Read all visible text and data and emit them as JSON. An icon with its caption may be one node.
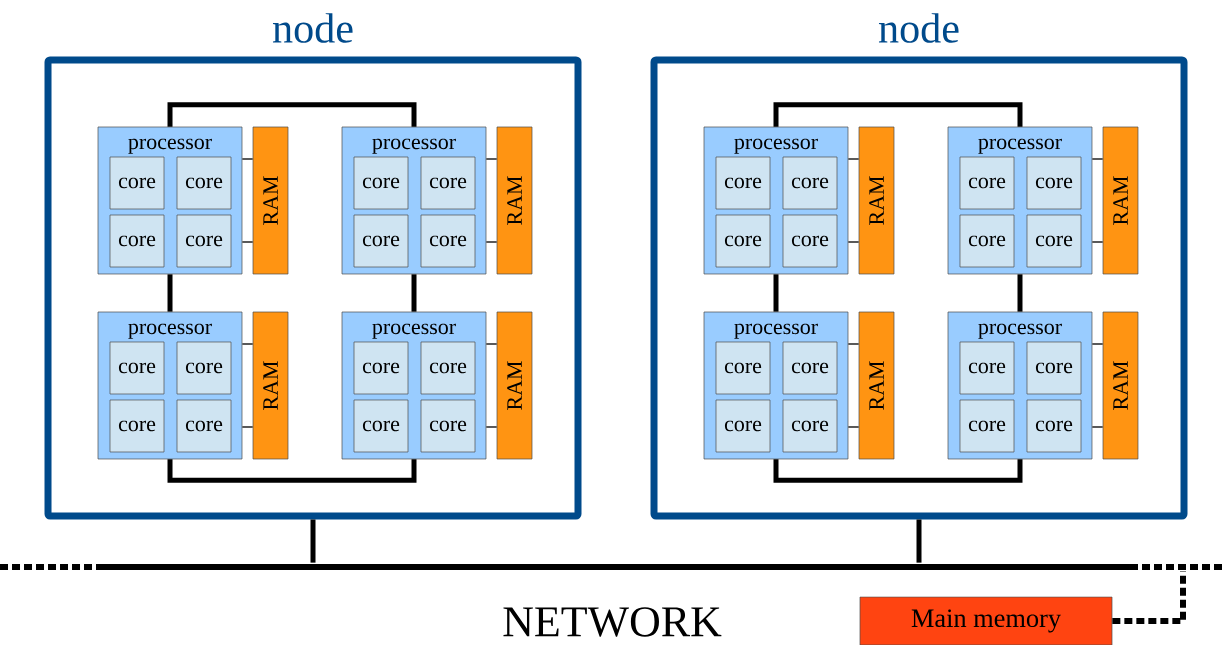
{
  "diagram": {
    "nodes": [
      {
        "text": [
          "node"
        ]
      },
      {
        "text": [
          "processor"
        ],
        "in": 0
      },
      {
        "text": [
          "core"
        ],
        "in": 1
      },
      {
        "text": [
          "core"
        ],
        "in": 1
      },
      {
        "text": [
          "core"
        ],
        "in": 1
      },
      {
        "text": [
          "core"
        ],
        "in": 1
      },
      {
        "text": [
          "RAM"
        ],
        "in": 0
      },
      {
        "text": [
          "processor"
        ],
        "in": 0
      },
      {
        "text": [
          "core"
        ],
        "in": 7
      },
      {
        "text": [
          "core"
        ],
        "in": 7
      },
      {
        "text": [
          "core"
        ],
        "in": 7
      },
      {
        "text": [
          "core"
        ],
        "in": 7
      },
      {
        "text": [
          "RAM"
        ],
        "in": 0
      },
      {
        "text": [
          "processor"
        ],
        "in": 0
      },
      {
        "text": [
          "core"
        ],
        "in": 13
      },
      {
        "text": [
          "core"
        ],
        "in": 13
      },
      {
        "text": [
          "core"
        ],
        "in": 13
      },
      {
        "text": [
          "core"
        ],
        "in": 13
      },
      {
        "text": [
          "RAM"
        ],
        "in": 0
      },
      {
        "text": [
          "processor"
        ],
        "in": 0
      },
      {
        "text": [
          "core"
        ],
        "in": 19
      },
      {
        "text": [
          "core"
        ],
        "in": 19
      },
      {
        "text": [
          "core"
        ],
        "in": 19
      },
      {
        "text": [
          "core"
        ],
        "in": 19
      },
      {
        "text": [
          "RAM"
        ],
        "in": 0
      },
      {
        "text": [
          "node"
        ]
      },
      {
        "text": [
          "processor"
        ],
        "in": 25
      },
      {
        "text": [
          "core"
        ],
        "in": 26
      },
      {
        "text": [
          "core"
        ],
        "in": 26
      },
      {
        "text": [
          "core"
        ],
        "in": 26
      },
      {
        "text": [
          "core"
        ],
        "in": 26
      },
      {
        "text": [
          "RAM"
        ],
        "in": 25
      },
      {
        "text": [
          "processor"
        ],
        "in": 25
      },
      {
        "text": [
          "core"
        ],
        "in": 32
      },
      {
        "text": [
          "core"
        ],
        "in": 32
      },
      {
        "text": [
          "core"
        ],
        "in": 32
      },
      {
        "text": [
          "core"
        ],
        "in": 32
      },
      {
        "text": [
          "RAM"
        ],
        "in": 25
      },
      {
        "text": [
          "processor"
        ],
        "in": 25
      },
      {
        "text": [
          "core"
        ],
        "in": 38
      },
      {
        "text": [
          "core"
        ],
        "in": 38
      },
      {
        "text": [
          "core"
        ],
        "in": 38
      },
      {
        "text": [
          "core"
        ],
        "in": 38
      },
      {
        "text": [
          "RAM"
        ],
        "in": 25
      },
      {
        "text": [
          "processor"
        ],
        "in": 25
      },
      {
        "text": [
          "core"
        ],
        "in": 44
      },
      {
        "text": [
          "core"
        ],
        "in": 44
      },
      {
        "text": [
          "core"
        ],
        "in": 44
      },
      {
        "text": [
          "core"
        ],
        "in": 44
      },
      {
        "text": [
          "RAM"
        ],
        "in": 25
      },
      {
        "text": [
          "NETWORK"
        ]
      },
      {
        "text": [
          "Main memory"
        ]
      }
    ],
    "edges": [
      {
        "from": 1,
        "to": 7,
        "arrow": "none",
        "style": "thick"
      },
      {
        "from": 1,
        "to": 13,
        "arrow": "none",
        "style": "thick"
      },
      {
        "from": 7,
        "to": 19,
        "arrow": "none",
        "style": "thick"
      },
      {
        "from": 13,
        "to": 19,
        "arrow": "none",
        "style": "thick"
      },
      {
        "from": 1,
        "to": 6,
        "arrow": "none"
      },
      {
        "from": 1,
        "to": 6,
        "arrow": "none"
      },
      {
        "from": 7,
        "to": 12,
        "arrow": "none"
      },
      {
        "from": 7,
        "to": 12,
        "arrow": "none"
      },
      {
        "from": 13,
        "to": 18,
        "arrow": "none"
      },
      {
        "from": 13,
        "to": 18,
        "arrow": "none"
      },
      {
        "from": 19,
        "to": 24,
        "arrow": "none"
      },
      {
        "from": 19,
        "to": 24,
        "arrow": "none"
      },
      {
        "from": 26,
        "to": 32,
        "arrow": "none",
        "style": "thick"
      },
      {
        "from": 26,
        "to": 38,
        "arrow": "none",
        "style": "thick"
      },
      {
        "from": 32,
        "to": 44,
        "arrow": "none",
        "style": "thick"
      },
      {
        "from": 38,
        "to": 44,
        "arrow": "none",
        "style": "thick"
      },
      {
        "from": 26,
        "to": 31,
        "arrow": "none"
      },
      {
        "from": 26,
        "to": 31,
        "arrow": "none"
      },
      {
        "from": 32,
        "to": 37,
        "arrow": "none"
      },
      {
        "from": 32,
        "to": 37,
        "arrow": "none"
      },
      {
        "from": 38,
        "to": 43,
        "arrow": "none"
      },
      {
        "from": 38,
        "to": 43,
        "arrow": "none"
      },
      {
        "from": 44,
        "to": 49,
        "arrow": "none"
      },
      {
        "from": 44,
        "to": 49,
        "arrow": "none"
      },
      {
        "from": 0,
        "to": 50,
        "arrow": "none",
        "style": "thick"
      },
      {
        "from": 25,
        "to": 50,
        "arrow": "none",
        "style": "thick"
      },
      {
        "from": 51,
        "to": 50,
        "arrow": "none",
        "style": "dashed"
      }
    ]
  }
}
